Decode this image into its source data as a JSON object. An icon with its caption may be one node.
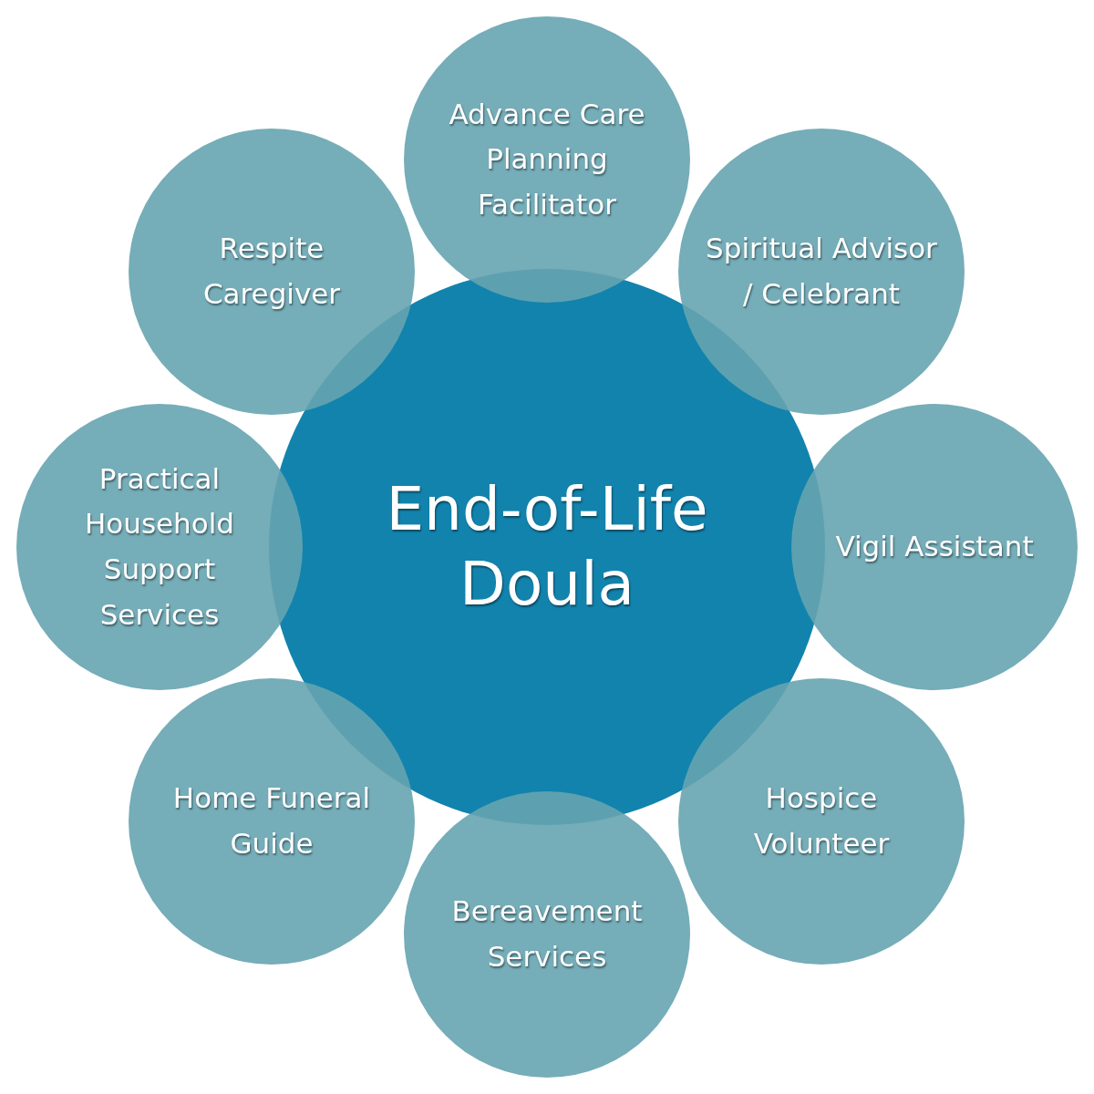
{
  "diagram": {
    "nodes": [
      {
        "text": [
          "End-of-Life Doula"
        ]
      },
      {
        "text": [
          "Advance Care Planning Facilitator"
        ]
      },
      {
        "text": [
          "Spiritual Advisor / Celebrant"
        ]
      },
      {
        "text": [
          "Vigil Assistant"
        ]
      },
      {
        "text": [
          "Hospice Volunteer"
        ]
      },
      {
        "text": [
          "Bereavement Services"
        ]
      },
      {
        "text": [
          "Home Funeral Guide"
        ]
      },
      {
        "text": [
          "Practical Household Support Services"
        ]
      },
      {
        "text": [
          "Respite Caregiver"
        ]
      }
    ]
  }
}
